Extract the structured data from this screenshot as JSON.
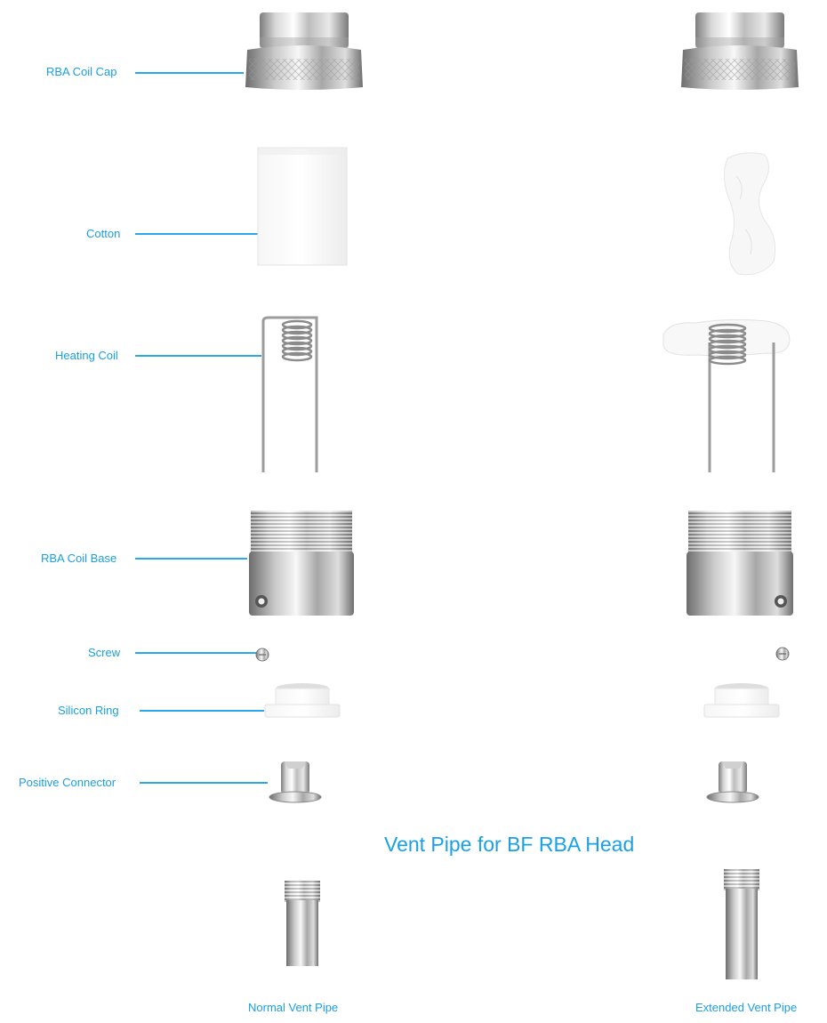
{
  "labels": {
    "coil_cap": "RBA Coil Cap",
    "cotton": "Cotton",
    "heating_coil": "Heating Coil",
    "coil_base": "RBA Coil Base",
    "screw": "Screw",
    "silicon_ring": "Silicon Ring",
    "positive_connector": "Positive Connector"
  },
  "title": "Vent Pipe for BF RBA Head",
  "captions": {
    "normal_vent_pipe": "Normal Vent Pipe",
    "extended_vent_pipe": "Extended Vent Pipe"
  },
  "colors": {
    "accent": "#1a9fe0",
    "metal_dark": "#8a8a8a",
    "metal_light": "#f2f2f2"
  }
}
